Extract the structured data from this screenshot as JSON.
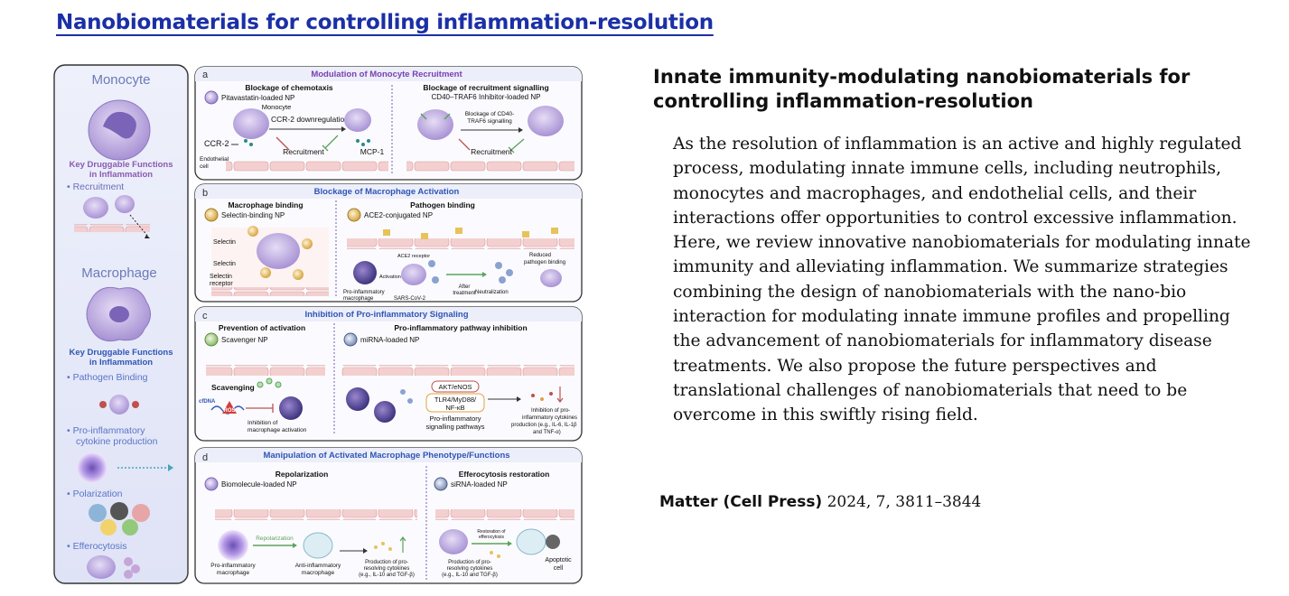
{
  "page": {
    "title": "Nanobiomaterials for controlling inflammation-resolution"
  },
  "figure": {
    "sidebar": {
      "monocyte_title": "Monocyte",
      "key_functions_1": [
        "Key Druggable Functions",
        "in Inflammation"
      ],
      "functions_1": [
        "• Recruitment"
      ],
      "macrophage_title": "Macrophage",
      "key_functions_2": [
        "Key Druggable Functions",
        "in Inflammation"
      ],
      "functions_2": [
        "• Pathogen Binding",
        "• Pro-inflammatory",
        "cytokine production",
        "• Polarization",
        "• Efferocytosis"
      ]
    },
    "panels": [
      {
        "letter": "a",
        "title": "Modulation of Monocyte Recruitment",
        "left_heading": "Blockage of chemotaxis",
        "left_np": "Pitavastatin-loaded NP",
        "left_labels": [
          "Monocyte",
          "CCR-2 downregulation",
          "CCR-2",
          "Recruitment",
          "MCP-1",
          "Endothelial",
          "cell"
        ],
        "right_heading": "Blockage of recruitment signalling",
        "right_np": "CD40–TRAF6 Inhibitor-loaded NP",
        "right_labels": [
          "Blockage of CD40-",
          "TRAF6 signalling",
          "Recruitment"
        ]
      },
      {
        "letter": "b",
        "title": "Blockage of Macrophage Activation",
        "left_heading": "Macrophage binding",
        "left_np": "Selectin-binding NP",
        "left_labels": [
          "Selectin",
          "Selectin",
          "Selectin",
          "receptor"
        ],
        "right_heading": "Pathogen binding",
        "right_np": "ACE2-conjugated NP",
        "right_labels": [
          "ACE2 receptor",
          "Activation",
          "After",
          "treatment",
          "Reduced",
          "pathogen binding",
          "Pro-inflammatory",
          "macrophage",
          "SARS-CoV-2",
          "Neutralization"
        ]
      },
      {
        "letter": "c",
        "title": "Inhibition of Pro-inflammatory Signaling",
        "left_heading": "Prevention of activation",
        "left_np": "Scavenger NP",
        "left_labels": [
          "Scavenging",
          "cfDNA",
          "ROS",
          "Inhibition of",
          "macrophage activation"
        ],
        "right_heading": "Pro-inflammatory pathway inhibition",
        "right_np": "miRNA-loaded NP",
        "right_labels": [
          "AKT/eNOS",
          "TLR4/MyD88/",
          "NF-κB",
          "Pro-inflammatory",
          "signalling pathways",
          "Inhibition of pro-",
          "inflammatory cytokines",
          "production (e.g., IL-6, IL-1β",
          "and TNF-α)"
        ]
      },
      {
        "letter": "d",
        "title": "Manipulation of Activated Macrophage Phenotype/Functions",
        "left_heading": "Repolarization",
        "left_np": "Biomolecule-loaded NP",
        "left_labels": [
          "Repolarization",
          "Pro-inflammatory",
          "macrophage",
          "Anti-inflammatory",
          "macrophage",
          "Production of pro-",
          "resolving cytokines",
          "(e.g., IL-10 and TGF-β)"
        ],
        "right_heading": "Efferocytosis restoration",
        "right_np": "siRNA-loaded NP",
        "right_labels": [
          "Restoration of",
          "efferocytosis",
          "Production of pro-",
          "resolving cytokines",
          "(e.g., IL-10 and TGF-β)",
          "Apoptotic",
          "cell"
        ]
      }
    ]
  },
  "article": {
    "heading": "Innate immunity-modulating nanobiomaterials for controlling inflammation-resolution",
    "abstract": "As the resolution of inflammation is an active and highly regulated process, modulating innate immune cells, including neutrophils, monocytes and macrophages, and endothelial cells, and their interactions offer opportunities to control excessive inflammation. Here, we review innovative nanobiomaterials for modulating innate immunity and alleviating inflammation. We summarize strategies combining the design of nanobiomaterials with the nano-bio interaction for modulating innate immune profiles and propelling the advancement of nanobiomaterials for inflammatory disease treatments. We also propose the future perspectives and translational challenges of nanobiomaterials that need to be overcome in this swiftly rising field.",
    "citation": {
      "journal": "Matter (Cell Press)",
      "details": "2024, 7, 3811–3844"
    }
  },
  "colors": {
    "title_blue": "#1b2fa6",
    "panel_title_purple": "#7a3fb0",
    "panel_title_blue": "#2f55b5",
    "sidebar_bg": "#e8ebf8",
    "cell_lavender": "#b9a8dc",
    "endothelial_pink": "#f2c9c9"
  }
}
